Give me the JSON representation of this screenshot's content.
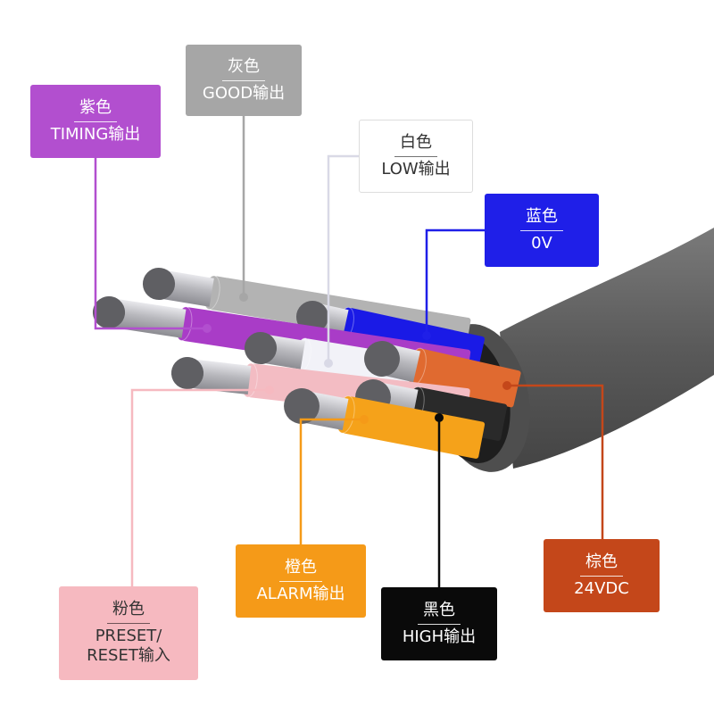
{
  "wires": [
    {
      "key": "purple",
      "name": "紫色",
      "function": "TIMING输出",
      "color": "#a93cc7",
      "label_bg": "#b24fcf",
      "label_fg": "#ffffff"
    },
    {
      "key": "gray",
      "name": "灰色",
      "function": "GOOD输出",
      "color": "#b3b3b3",
      "label_bg": "#a6a6a6",
      "label_fg": "#ffffff"
    },
    {
      "key": "white",
      "name": "白色",
      "function": "LOW输出",
      "color": "#f2f2f8",
      "label_bg": "#ffffff",
      "label_fg": "#333333"
    },
    {
      "key": "blue",
      "name": "蓝色",
      "function": "0V",
      "color": "#1a1ae6",
      "label_bg": "#1f1fe8",
      "label_fg": "#ffffff"
    },
    {
      "key": "pink",
      "name": "粉色",
      "function": "PRESET/\nRESET输入",
      "color": "#f3bcc3",
      "label_bg": "#f6b9c0",
      "label_fg": "#333333"
    },
    {
      "key": "orange",
      "name": "橙色",
      "function": "ALARM输出",
      "color": "#f5a21a",
      "label_bg": "#f59a18",
      "label_fg": "#ffffff"
    },
    {
      "key": "black",
      "name": "黑色",
      "function": "HIGH输出",
      "color": "#2a2a2a",
      "label_bg": "#0a0a0a",
      "label_fg": "#ffffff"
    },
    {
      "key": "brown",
      "name": "棕色",
      "function": "24VDC",
      "color": "#e06a30",
      "label_bg": "#c4471a",
      "label_fg": "#ffffff"
    }
  ],
  "cable_jacket_color": "#5a5a5a"
}
